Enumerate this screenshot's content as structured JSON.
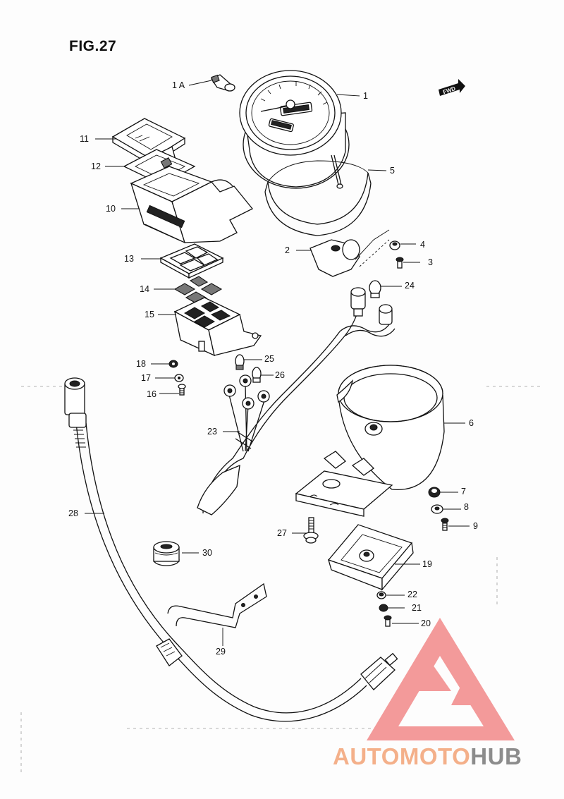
{
  "figure": {
    "title": "FIG.27"
  },
  "direction_badge": "FWD",
  "callouts": [
    "1 A",
    "1",
    "2",
    "3",
    "4",
    "5",
    "6",
    "7",
    "8",
    "9",
    "10",
    "11",
    "12",
    "13",
    "14",
    "15",
    "16",
    "17",
    "18",
    "19",
    "20",
    "21",
    "22",
    "23",
    "24",
    "25",
    "26",
    "27",
    "28",
    "29",
    "30"
  ],
  "watermark": {
    "text_part1": "AUTOMOTO",
    "text_part2": "HUB",
    "colors": {
      "logo": "#f07a7a",
      "text_part1": "#f4b08a",
      "text_part2": "#8c8c8c"
    }
  },
  "colors": {
    "ink": "#111111",
    "paper": "#fdfdfd"
  }
}
